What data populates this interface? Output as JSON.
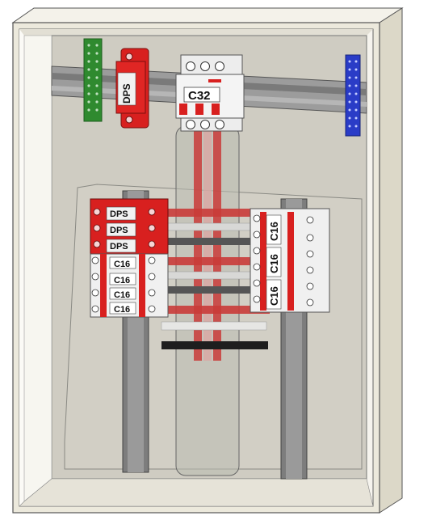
{
  "colors": {
    "enclosure_frame": "#ece9dc",
    "back_panel": "#cfccc2",
    "din_rail": "#8d8d8d",
    "breaker_red": "#d8201f",
    "breaker_white": "#f1f1f1",
    "ground_bar": "#2f8a2f",
    "neutral_bar": "#2a3cc7",
    "busbar_red": "#c93b38",
    "busbar_gray": "#b8b8b8",
    "busbar_black": "#2a2a2a"
  },
  "main_breaker": {
    "label": "C32"
  },
  "top_surge": {
    "label": "DPS"
  },
  "left_surge": {
    "labels": [
      "DPS",
      "DPS",
      "DPS"
    ]
  },
  "left_breakers": {
    "labels": [
      "C16",
      "C16",
      "C16",
      "C16"
    ]
  },
  "right_breakers": {
    "labels": [
      "C16",
      "C16",
      "C16"
    ]
  },
  "icons": [
    "ground-terminal-bar",
    "neutral-terminal-bar"
  ]
}
